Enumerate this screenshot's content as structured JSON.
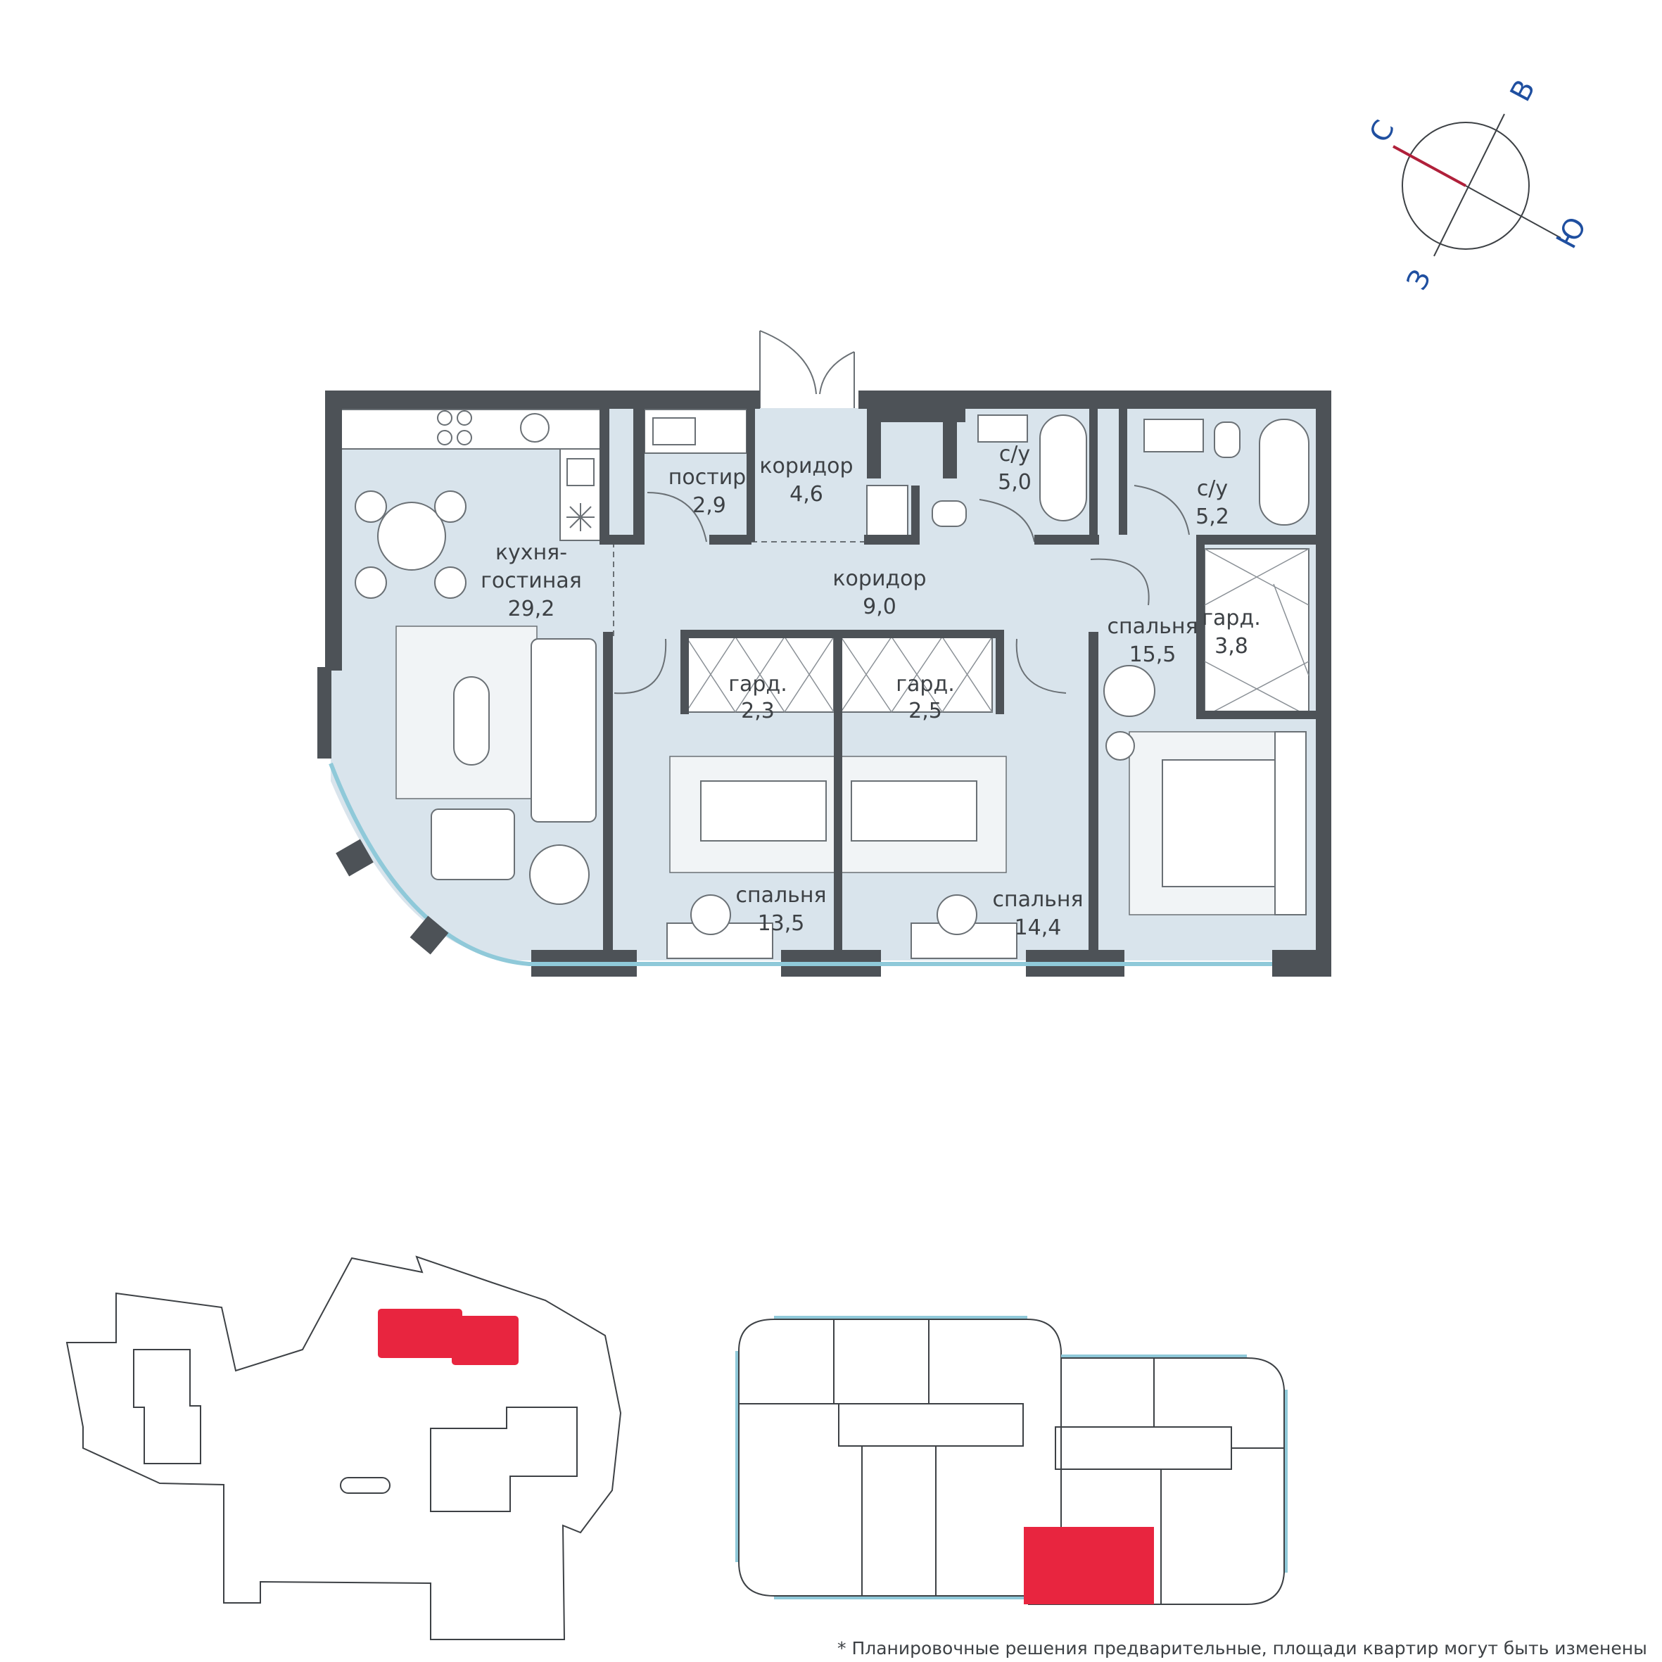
{
  "compass": {
    "north": "С",
    "east": "В",
    "south": "Ю",
    "west": "З",
    "north_color": "#b0203a"
  },
  "rooms": [
    {
      "id": "kitchen",
      "name_lines": [
        "кухня-",
        "гостиная"
      ],
      "area": "29,2"
    },
    {
      "id": "storage",
      "name_lines": [
        "постир"
      ],
      "area": "2,9"
    },
    {
      "id": "corridor-entry",
      "name_lines": [
        "коридор"
      ],
      "area": "4,6"
    },
    {
      "id": "bath-1",
      "name_lines": [
        "с/у"
      ],
      "area": "5,0"
    },
    {
      "id": "bath-2",
      "name_lines": [
        "с/у"
      ],
      "area": "5,2"
    },
    {
      "id": "corridor-main",
      "name_lines": [
        "коридор"
      ],
      "area": "9,0"
    },
    {
      "id": "bedroom-3",
      "name_lines": [
        "спальня"
      ],
      "area": "15,5"
    },
    {
      "id": "wardrobe-3",
      "name_lines": [
        "гард."
      ],
      "area": "3,8"
    },
    {
      "id": "wardrobe-1",
      "name_lines": [
        "гард."
      ],
      "area": "2,3"
    },
    {
      "id": "wardrobe-2",
      "name_lines": [
        "гард."
      ],
      "area": "2,5"
    },
    {
      "id": "bedroom-1",
      "name_lines": [
        "спальня"
      ],
      "area": "13,5"
    },
    {
      "id": "bedroom-2",
      "name_lines": [
        "спальня"
      ],
      "area": "14,4"
    }
  ],
  "colors": {
    "floor": "#d9e4ec",
    "wall": "#4d5257",
    "highlight": "#e8253f",
    "outline": "#3d4145"
  },
  "footnote": "* Планировочные решения предварительные, площади квартир могут быть изменены"
}
